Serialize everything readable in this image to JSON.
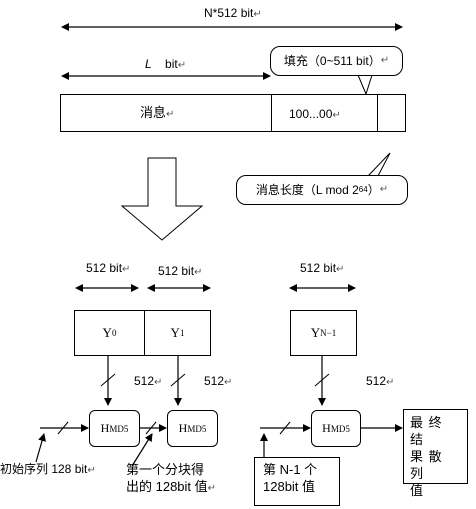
{
  "top": {
    "total_label": "N*512 bit",
    "l_label": "L",
    "l_unit": "bit",
    "padding_callout": "填充（0~511 bit）",
    "message_label": "消息",
    "padding_bits": "100...00",
    "length_callout_prefix": "消息长度（L mod  2",
    "length_callout_exp": "64",
    "length_callout_suffix": "）"
  },
  "blocks": {
    "width_labels": [
      "512 bit",
      "512 bit",
      "512 bit"
    ],
    "y0": {
      "base": "Y",
      "sub": "0"
    },
    "y1": {
      "base": "Y",
      "sub": "1"
    },
    "yn": {
      "base": "Y",
      "sub": "N−1"
    },
    "bus_widths": [
      "512",
      "512",
      "512"
    ]
  },
  "hash": {
    "h_base": "H",
    "h_sub": "MD5",
    "initial_seq": "初始序列 128 bit",
    "first_block_out_line1": "第一个分块得",
    "first_block_out_line2": "出的 128bit 值",
    "nth_value_line1": "第  N-1  个",
    "nth_value_line2": "128bit 值",
    "final_result_line1": "最 终 结",
    "final_result_line2": "果 散 列",
    "final_result_line3": "值"
  },
  "para_mark": "↵"
}
